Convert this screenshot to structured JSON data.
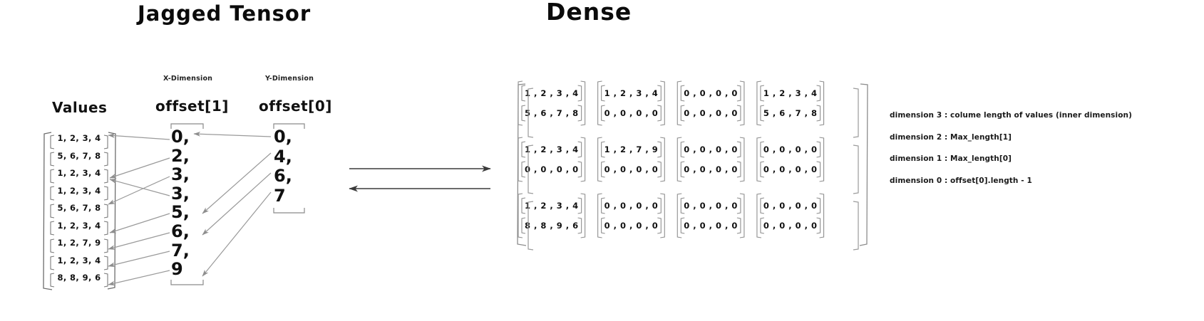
{
  "titles": {
    "left": "Jagged Tensor",
    "right": "Dense"
  },
  "jagged": {
    "values": {
      "label": "Values",
      "rows": [
        "1, 2, 3, 4",
        "5, 6, 7, 8",
        "1, 2, 3, 4",
        "1, 2, 3, 4",
        "5, 6, 7, 8",
        "1, 2, 3, 4",
        "1, 2, 7, 9",
        "1, 2, 3, 4",
        "8, 8, 9, 6"
      ]
    },
    "offset1": {
      "caption": "X-Dimension",
      "label": "offset[1]",
      "values": [
        "0,",
        "2,",
        "3,",
        "3,",
        "5,",
        "6,",
        "7,",
        "9"
      ]
    },
    "offset0": {
      "caption": "Y-Dimension",
      "label": "offset[0]",
      "values": [
        "0,",
        "4,",
        "6,",
        "7"
      ]
    }
  },
  "dense": {
    "rows": [
      [
        [
          "1 , 2 , 3 , 4",
          "5 , 6 , 7 , 8"
        ],
        [
          "1 , 2 , 3 , 4",
          "0 , 0 , 0 , 0"
        ],
        [
          "0 , 0 , 0 , 0",
          "0 , 0 , 0 , 0"
        ],
        [
          "1 , 2 , 3 , 4",
          "5 , 6 , 7 , 8"
        ]
      ],
      [
        [
          "1 , 2 , 3 , 4",
          "0 , 0 , 0 , 0"
        ],
        [
          "1 , 2 , 7 , 9",
          "0 , 0 , 0 , 0"
        ],
        [
          "0 , 0 , 0 , 0",
          "0 , 0 , 0 , 0"
        ],
        [
          "0 , 0 , 0 , 0",
          "0 , 0 , 0 , 0"
        ]
      ],
      [
        [
          "1 , 2 , 3 , 4",
          "8 , 8 , 9 , 6"
        ],
        [
          "0 , 0 , 0 , 0",
          "0 , 0 , 0 , 0"
        ],
        [
          "0 , 0 , 0 , 0",
          "0 , 0 , 0 , 0"
        ],
        [
          "0 , 0 , 0 , 0",
          "0 , 0 , 0 , 0"
        ]
      ]
    ]
  },
  "annotations": [
    "dimension 3 : colume length of values (inner dimension)",
    "dimension 2 : Max_length[1]",
    "dimension 1  : Max_length[0]",
    "dimension 0 : offset[0].length - 1"
  ],
  "colors": {
    "ink": "#111111",
    "line": "#8a8a8a",
    "bracket": "#6a6a6a",
    "background": "#ffffff"
  }
}
